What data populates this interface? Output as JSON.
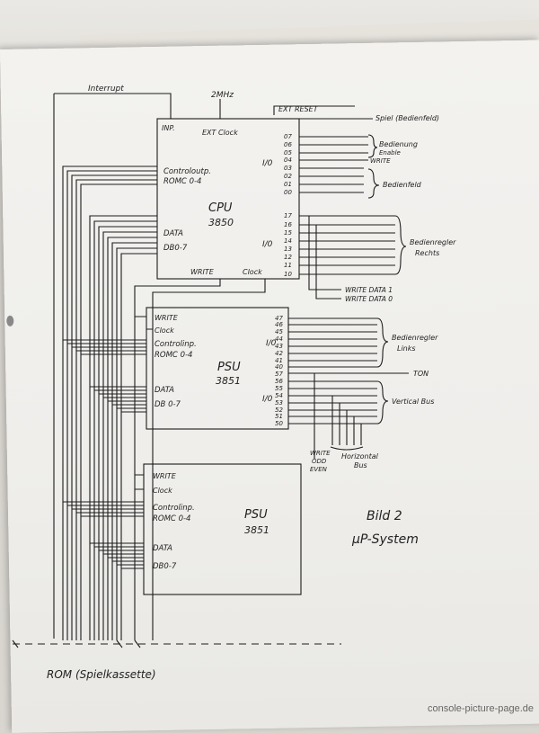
{
  "top_signals": {
    "interrupt": "Interrupt",
    "clock_2mhz": "2MHz",
    "ext_reset": "EXT RESET",
    "spiel": "Spiel (Bedienfeld)"
  },
  "cpu": {
    "pin_inp": "INP.",
    "pin_ext_clock": "EXT Clock",
    "pin_control": "Controloutp.",
    "pin_romc": "ROMC 0-4",
    "title": "CPU",
    "model": "3850",
    "pin_data": "DATA",
    "pin_db": "DB0-7",
    "pin_write": "WRITE",
    "pin_clock": "Clock",
    "io_label_1": "I/0",
    "io_label_2": "I/0",
    "ports_upper": [
      "07",
      "06",
      "05",
      "04",
      "03",
      "02",
      "01",
      "00"
    ],
    "ports_lower": [
      "17",
      "16",
      "15",
      "14",
      "13",
      "12",
      "11",
      "10"
    ]
  },
  "psu1": {
    "pin_write": "WRITE",
    "pin_clock": "Clock",
    "pin_control": "Controlinp.",
    "pin_romc": "ROMC 0-4",
    "title": "PSU",
    "model": "3851",
    "pin_data": "DATA",
    "pin_db": "DB 0-7",
    "io_label_1": "I/0",
    "io_label_2": "I/0",
    "ports_upper": [
      "47",
      "46",
      "45",
      "44",
      "43",
      "42",
      "41",
      "40"
    ],
    "ports_lower": [
      "57",
      "56",
      "55",
      "54",
      "53",
      "52",
      "51",
      "50"
    ]
  },
  "psu2": {
    "pin_write": "WRITE",
    "pin_clock": "Clock",
    "pin_control": "Controlinp.",
    "pin_romc": "ROMC 0-4",
    "title": "PSU",
    "model": "3851",
    "pin_data": "DATA",
    "pin_db": "DB0-7"
  },
  "right_labels": {
    "bedienung_1": "Bedienung",
    "bedienung_2": "Enable",
    "write": "WRITE",
    "bedienfeld": "Bedienfeld",
    "regler_rechts_1": "Bedienregler",
    "regler_rechts_2": "Rechts",
    "write_data1": "WRITE DATA 1",
    "write_data0": "WRITE DATA 0",
    "regler_links_1": "Bedienregler",
    "regler_links_2": "Links",
    "ton": "TON",
    "vertical_bus": "Vertical Bus",
    "horizontal_1": "Horizontal",
    "horizontal_2": "Bus",
    "write_odd": "WRITE",
    "odd": "ODD",
    "even": "EVEN"
  },
  "caption": {
    "line1": "Bild 2",
    "line2": "µP-System"
  },
  "rom_label": "ROM (Spielkassette)",
  "watermark": "console-picture-page.de"
}
